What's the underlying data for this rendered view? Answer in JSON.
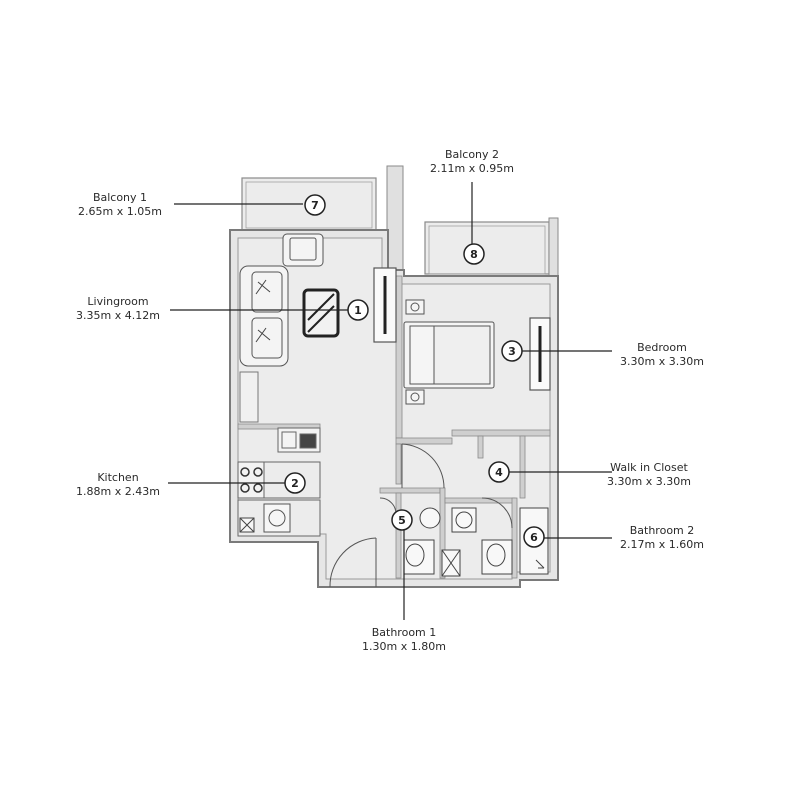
{
  "plan": {
    "rooms": [
      {
        "id": 1,
        "name": "Livingroom",
        "size": "3.35m x 4.12m"
      },
      {
        "id": 2,
        "name": "Kitchen",
        "size": "1.88m x 2.43m"
      },
      {
        "id": 3,
        "name": "Bedroom",
        "size": "3.30m x 3.30m"
      },
      {
        "id": 4,
        "name": "Walk in Closet",
        "size": "3.30m x 3.30m"
      },
      {
        "id": 5,
        "name": "Bathroom 1",
        "size": "1.30m x 1.80m"
      },
      {
        "id": 6,
        "name": "Bathroom 2",
        "size": "2.17m x 1.60m"
      },
      {
        "id": 7,
        "name": "Balcony 1",
        "size": "2.65m x 1.05m"
      },
      {
        "id": 8,
        "name": "Balcony 2",
        "size": "2.11m x 0.95m"
      }
    ],
    "markers": [
      "1",
      "2",
      "3",
      "4",
      "5",
      "6",
      "7",
      "8"
    ]
  }
}
